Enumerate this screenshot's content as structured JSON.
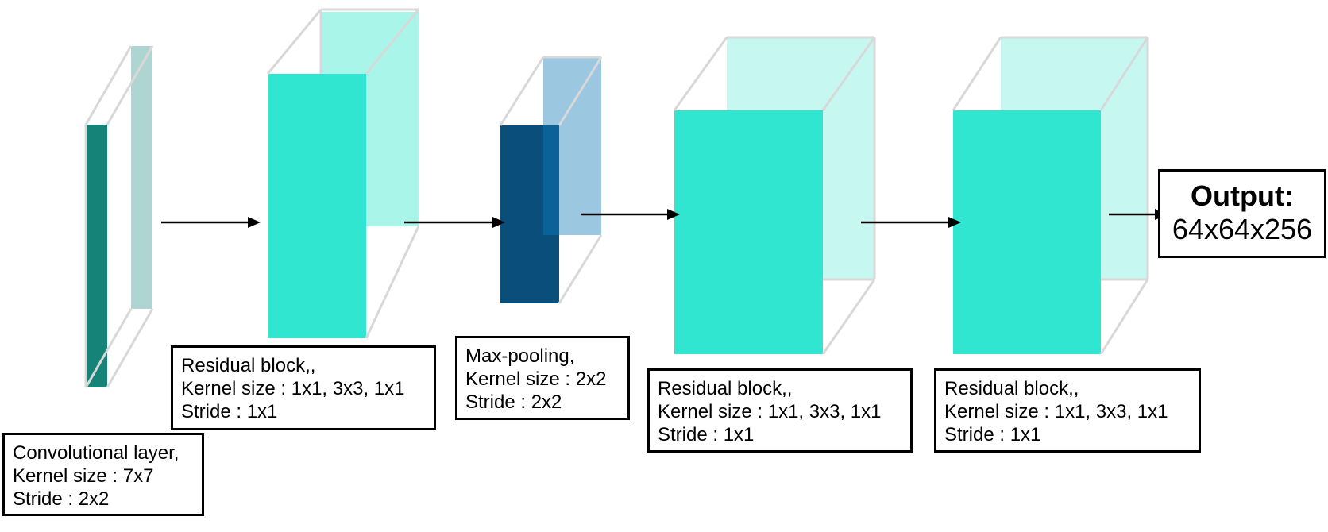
{
  "colors": {
    "conv_front": "#168378",
    "conv_back": "#afd5d2",
    "residual_front": "#30e6d1",
    "residual_back_1": "#aaf5ea",
    "residual_back_2": "#c6f8f1",
    "pool_front": "#0a4e7c",
    "pool_back": "#9cc7e1",
    "pool_overlap": "#0a6298",
    "edge": "#d8d8d8",
    "arrow": "#000000"
  },
  "labels": {
    "conv": {
      "line1": "Convolutional layer,",
      "line2": "Kernel size : 7x7",
      "line3": "Stride : 2x2"
    },
    "residual1": {
      "line1": "Residual block,,",
      "line2": "Kernel size : 1x1, 3x3, 1x1",
      "line3": "Stride : 1x1"
    },
    "maxpool": {
      "line1": "Max-pooling,",
      "line2": "Kernel size : 2x2",
      "line3": "Stride : 2x2"
    },
    "residual2": {
      "line1": "Residual block,,",
      "line2": "Kernel size : 1x1, 3x3, 1x1",
      "line3": "Stride : 1x1"
    },
    "residual3": {
      "line1": "Residual block,,",
      "line2": "Kernel size : 1x1, 3x3, 1x1",
      "line3": "Stride : 1x1"
    }
  },
  "output": {
    "title": "Output:",
    "value": "64x64x256"
  }
}
